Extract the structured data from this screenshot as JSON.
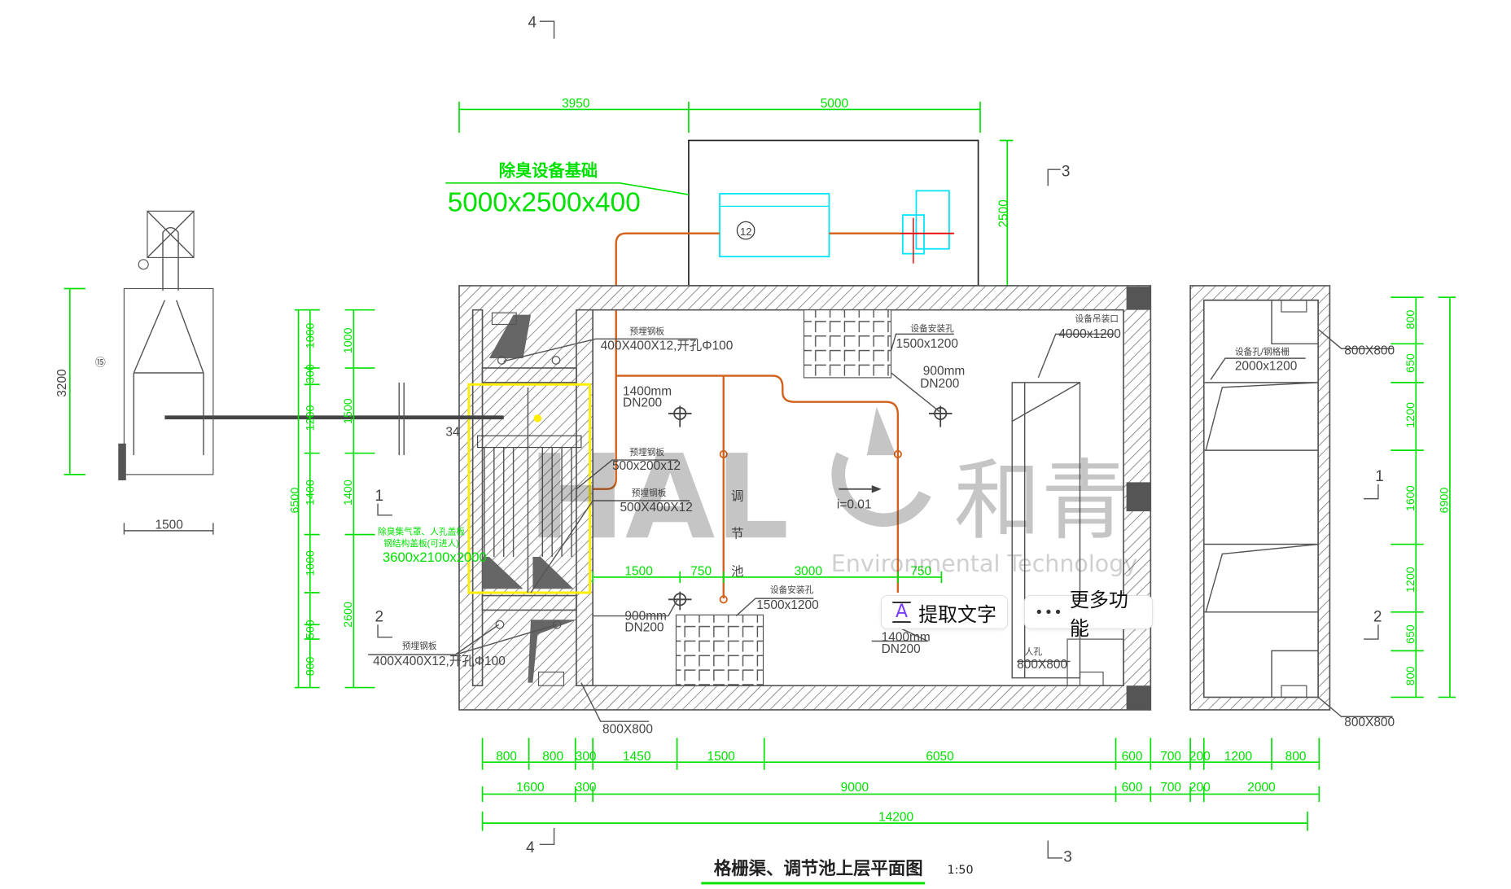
{
  "drawing": {
    "title": "格栅渠、调节池上层平面图",
    "scale": "1:50",
    "section_marks": [
      "4",
      "4",
      "3",
      "3",
      "1",
      "1",
      "2",
      "2"
    ],
    "deodor_base": {
      "label": "除臭设备基础",
      "size": "5000x2500x400"
    },
    "equipment_tag": "12",
    "top_dims": [
      "3950",
      "5000"
    ],
    "base_height_dim": "2500",
    "left_device": {
      "tag": "⑮",
      "height_dim": "3200",
      "width_dim": "1500"
    },
    "left_dims_outer": [
      "1000",
      "300",
      "1200",
      "1400",
      "1000",
      "500",
      "800"
    ],
    "left_dims_mid": [
      "1000",
      "1500",
      "1400",
      "2600"
    ],
    "left_total": "6500",
    "grille_label": "34",
    "pit_label": {
      "line1": "除臭集气罩、人孔盖板",
      "line2": "钢结构盖板(可进人)",
      "size": "3600x2100x2000"
    },
    "labels": {
      "plate1_title": "预埋钢板",
      "plate1": "400X400X12,开孔Φ100",
      "plate2_title": "预埋钢板",
      "plate2": "500x200x12",
      "plate3_title": "预埋钢板",
      "plate3": "500X400X12",
      "plate4_title": "预埋钢板",
      "plate4": "400X400X12,开孔Φ100",
      "hole1_title": "设备安装孔",
      "hole1": "1500x1200",
      "hole2_title": "设备安装孔",
      "hole2": "1500x1200",
      "vent_title": "设备吊装口",
      "vent": "4000x1200",
      "pipe1_a": "1400mm",
      "pipe1_b": "DN200",
      "pipe2_a": "900mm",
      "pipe2_b": "DN200",
      "pipe3_a": "900mm",
      "pipe3_b": "DN200",
      "pipe4_a": "1400mm",
      "pipe4_b": "DN200",
      "manhole1": "800X800",
      "manhole2": "800X800",
      "tank_name": "调节池",
      "slope": "i=0.01",
      "right_hole_title": "设备孔/钢格栅",
      "right_hole": "2000x1200",
      "right_manhole1": "800X800",
      "right_manhole2": "800X800",
      "manhole_title": "人孔"
    },
    "inner_dims": [
      "1500",
      "750",
      "3000",
      "750"
    ],
    "right_dims": [
      "800",
      "650",
      "1200",
      "1600",
      "1200",
      "650",
      "800"
    ],
    "right_total": "6900",
    "bottom_row1": [
      "800",
      "800",
      "300",
      "1450",
      "1500",
      "6050",
      "600",
      "700",
      "200",
      "1200",
      "800"
    ],
    "bottom_row2": [
      "1600",
      "300",
      "9000",
      "600",
      "700",
      "200",
      "2000"
    ],
    "bottom_total": "14200"
  },
  "watermark": {
    "brand": "HAL",
    "cn": "和青",
    "en": "Environmental Technology"
  },
  "toolbar": {
    "extract_text": "提取文字",
    "more": "更多功能",
    "extract_icon": "text-scan-icon",
    "more_icon": "ellipsis-icon"
  },
  "colors": {
    "dimension": "#00e000",
    "pipe": "#d2601a",
    "equipment": "#00e5ff",
    "highlight": "#ffee00"
  }
}
